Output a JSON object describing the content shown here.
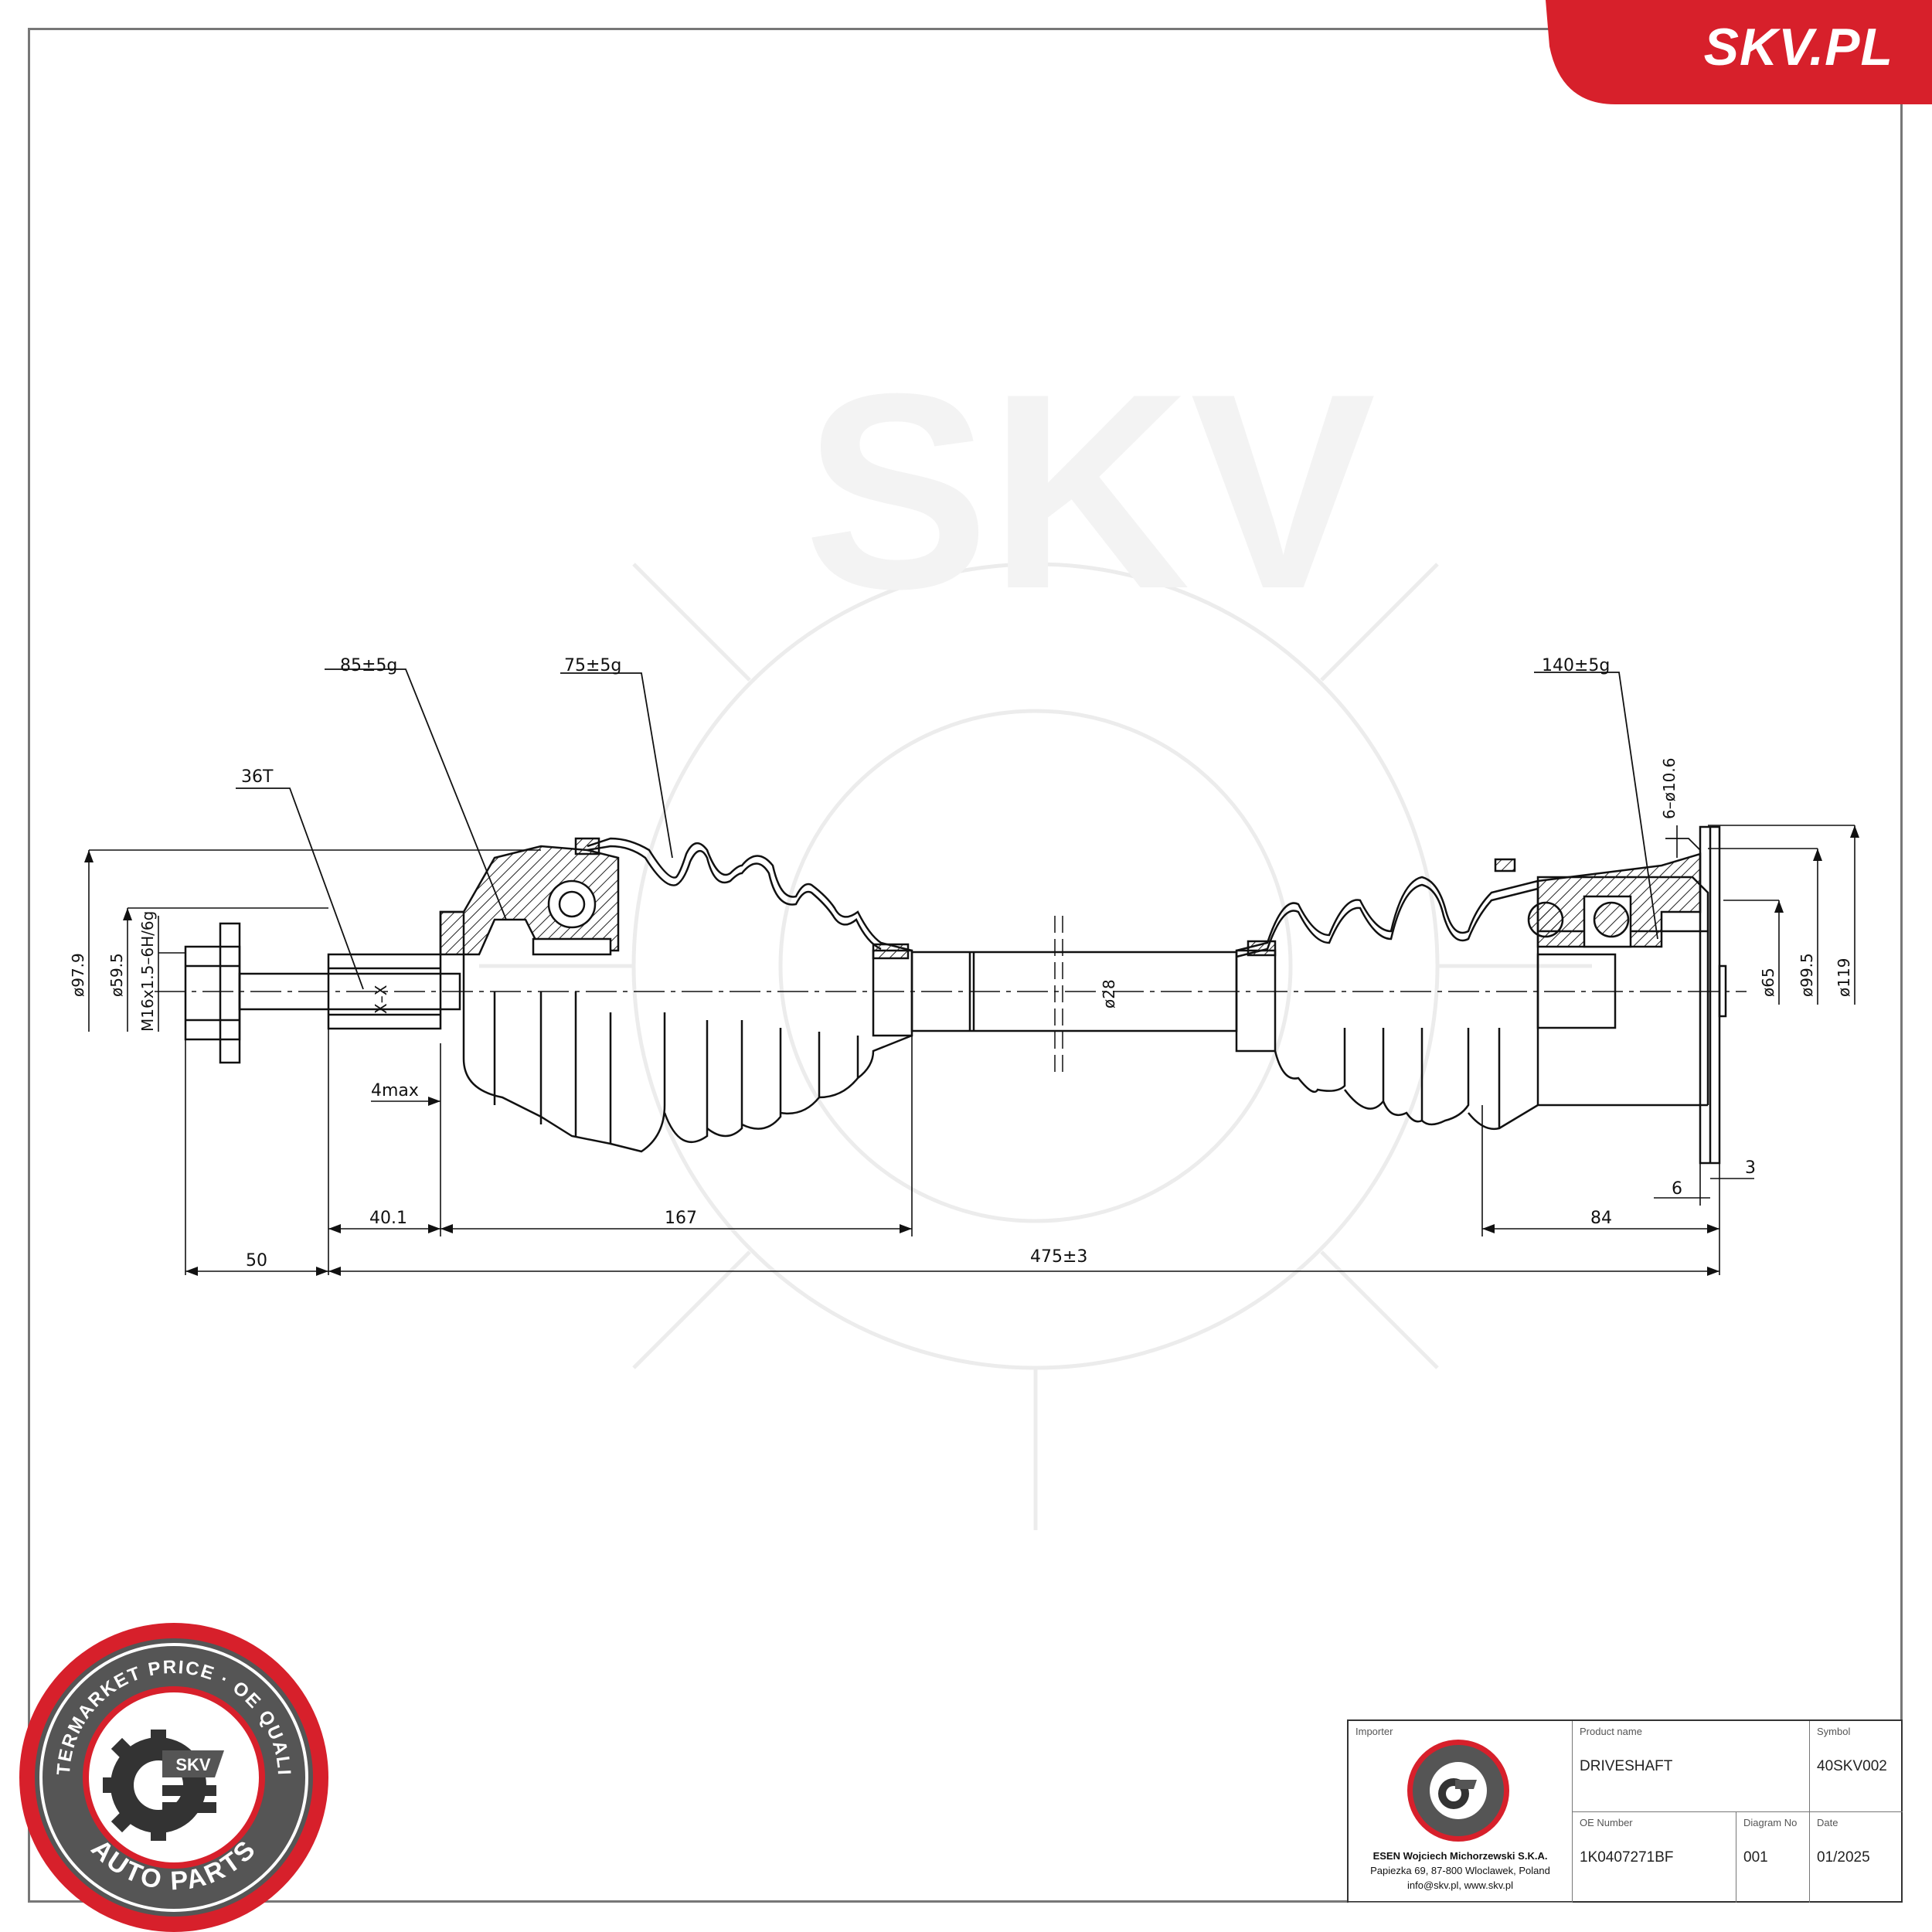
{
  "brand": {
    "site": "SKV.PL",
    "accent": "#d7202b"
  },
  "watermark": {
    "text": "SKV"
  },
  "labels": {
    "weight_left_outer": "85±5g",
    "weight_left_inner": "75±5g",
    "weight_right": "140±5g",
    "splines": "36T",
    "section": "X–X",
    "dia_97_9": "ø97.9",
    "dia_59_5": "ø59.5",
    "thread": "M16x1.5–6H/6g",
    "holes": "6–ø10.6",
    "dia_28": "ø28",
    "dia_65": "ø65",
    "dia_99_5": "ø99.5",
    "dia_119": "ø119",
    "max_4": "4max",
    "len_40_1": "40.1",
    "len_167": "167",
    "len_50": "50",
    "len_475": "475±3",
    "len_84": "84",
    "len_6": "6",
    "len_3": "3"
  },
  "badge": {
    "ring_text": "AFTERMARKET PRICE · OE QUALITY",
    "bottom_text": "AUTO PARTS",
    "center_text": "SKV"
  },
  "titleblock": {
    "importer_caption": "Importer",
    "importer_name": "ESEN Wojciech Michorzewski S.K.A.",
    "importer_address": "Papiezka 69, 87-800 Wloclawek, Poland",
    "importer_contact": "info@skv.pl, www.skv.pl",
    "product_caption": "Product name",
    "product_name": "DRIVESHAFT",
    "symbol_caption": "Symbol",
    "symbol": "40SKV002",
    "oe_caption": "OE Number",
    "oe_number": "1K0407271BF",
    "diagram_caption": "Diagram No",
    "diagram_no": "001",
    "date_caption": "Date",
    "date": "01/2025"
  }
}
